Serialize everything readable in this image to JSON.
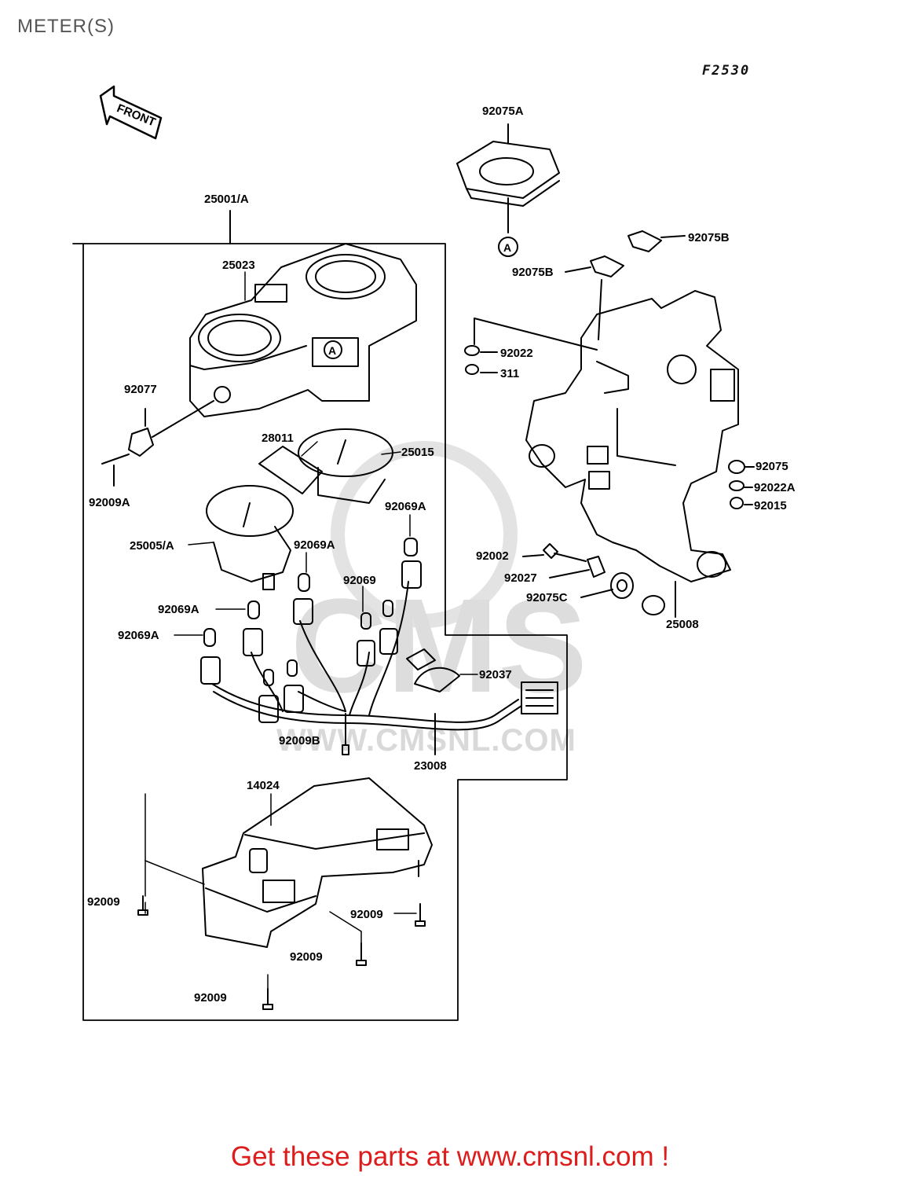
{
  "title": "METER(S)",
  "figure_code": "F2530",
  "front_marker": "FRONT",
  "watermark": {
    "mark": "CMS",
    "url": "WWW.CMSNL.COM"
  },
  "callouts": {
    "ref_mark": "A",
    "parts": [
      {
        "id": "p25001a",
        "label": "25001/A"
      },
      {
        "id": "p25023",
        "label": "25023"
      },
      {
        "id": "p92077",
        "label": "92077"
      },
      {
        "id": "p92009a",
        "label": "92009A"
      },
      {
        "id": "p28011",
        "label": "28011"
      },
      {
        "id": "p25015",
        "label": "25015"
      },
      {
        "id": "p25005a",
        "label": "25005/A"
      },
      {
        "id": "p92069a_1",
        "label": "92069A"
      },
      {
        "id": "p92069a_2",
        "label": "92069A"
      },
      {
        "id": "p92069",
        "label": "92069"
      },
      {
        "id": "p92069a_3",
        "label": "92069A"
      },
      {
        "id": "p92069a_4",
        "label": "92069A"
      },
      {
        "id": "p92037",
        "label": "92037"
      },
      {
        "id": "p92009b",
        "label": "92009B"
      },
      {
        "id": "p23008",
        "label": "23008"
      },
      {
        "id": "p14024",
        "label": "14024"
      },
      {
        "id": "p92009_1",
        "label": "92009"
      },
      {
        "id": "p92009_2",
        "label": "92009"
      },
      {
        "id": "p92009_3",
        "label": "92009"
      },
      {
        "id": "p92009_4",
        "label": "92009"
      },
      {
        "id": "p92075a",
        "label": "92075A"
      },
      {
        "id": "p92075b_1",
        "label": "92075B"
      },
      {
        "id": "p92075b_2",
        "label": "92075B"
      },
      {
        "id": "p92022",
        "label": "92022"
      },
      {
        "id": "p311",
        "label": "311"
      },
      {
        "id": "p92075",
        "label": "92075"
      },
      {
        "id": "p92022a",
        "label": "92022A"
      },
      {
        "id": "p92015",
        "label": "92015"
      },
      {
        "id": "p92002",
        "label": "92002"
      },
      {
        "id": "p92027",
        "label": "92027"
      },
      {
        "id": "p92075c",
        "label": "92075C"
      },
      {
        "id": "p25008",
        "label": "25008"
      }
    ]
  },
  "footer": "Get these parts at www.cmsnl.com !",
  "colors": {
    "line": "#000000",
    "footer": "#dd1c1c",
    "watermark": "#d9d9d9",
    "title": "#555555"
  }
}
